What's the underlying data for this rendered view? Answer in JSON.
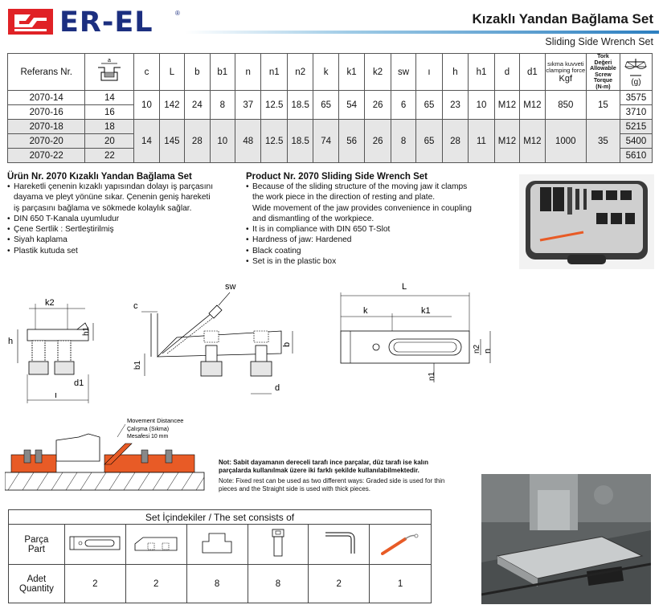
{
  "brand": {
    "name": "ER-EL",
    "reg": "®"
  },
  "title_tr": "Kızaklı Yandan Bağlama Set",
  "title_en": "Sliding Side Wrench Set",
  "spec": {
    "col_ref": "Referans Nr.",
    "col_a_icon": "a",
    "cols": [
      "c",
      "L",
      "b",
      "b1",
      "n",
      "n1",
      "n2",
      "k",
      "k1",
      "k2",
      "sw",
      "ı",
      "h",
      "h1",
      "d",
      "d1"
    ],
    "clamping_force": [
      "sıkma kuvveti",
      "clamping force",
      "Kgf"
    ],
    "torque": [
      "Tork",
      "Değeri",
      "Allowable",
      "Screw",
      "Torque",
      "(N-m)"
    ],
    "weight_unit": "(g)",
    "rows": [
      {
        "ref": "2070-14",
        "a": "14",
        "g": "3575"
      },
      {
        "ref": "2070-16",
        "a": "16",
        "g": "3710"
      },
      {
        "ref": "2070-18",
        "a": "18",
        "g": "5215"
      },
      {
        "ref": "2070-20",
        "a": "20",
        "g": "5400"
      },
      {
        "ref": "2070-22",
        "a": "22",
        "g": "5610"
      }
    ],
    "group1": [
      "10",
      "142",
      "24",
      "8",
      "37",
      "12.5",
      "18.5",
      "65",
      "54",
      "26",
      "6",
      "65",
      "23",
      "10",
      "M12",
      "M12",
      "850",
      "15"
    ],
    "group2": [
      "14",
      "145",
      "28",
      "10",
      "48",
      "12.5",
      "18.5",
      "74",
      "56",
      "26",
      "8",
      "65",
      "28",
      "11",
      "M12",
      "M12",
      "1000",
      "35"
    ]
  },
  "tr": {
    "title": "Ürün Nr. 2070 Kızaklı Yandan Bağlama Set",
    "items": [
      "Hareketli çenenin kızaklı yapısından dolayı iş parçasını",
      "dayama ve pleyt yönüne sıkar. Çenenin geniş hareketi",
      "iş parçasını bağlama ve sökmede kolaylık sağlar.",
      "DIN 650  T-Kanala uyumludur",
      "Çene Sertlik : Sertleştirilmiş",
      "Siyah kaplama",
      "Plastik kutuda set"
    ]
  },
  "en": {
    "title": "Product Nr. 2070 Sliding Side Wrench Set",
    "items": [
      "Because of the sliding structure of the moving jaw it clamps",
      "the work piece in the direction of resting and plate.",
      "Wide movement of the jaw provides convenience in coupling",
      "and dismantling of the workpiece.",
      "It is in compliance with DIN 650 T-Slot",
      "Hardness of jaw: Hardened",
      "Black coating",
      "Set is in the plastic box"
    ]
  },
  "dims": {
    "k2": "k2",
    "h": "h",
    "h1": "h1",
    "d1": "d1",
    "l": "ı",
    "c": "c",
    "sw": "sw",
    "b": "b",
    "b1": "b1",
    "d": "d",
    "L": "L",
    "k": "k",
    "k1": "k1",
    "n": "n",
    "n1": "n1",
    "n2": "n2"
  },
  "movement": {
    "en": "Movement Distancee",
    "tr1": "Çalışma (Sıkma)",
    "tr2": "Mesafesi 10 mm"
  },
  "notes": {
    "tr1": "Not: Sabit dayamanın dereceli tarafı ince parçalar, düz tarafı ise kalın",
    "tr2": "parçalarda kullanılmak üzere iki farklı şekilde kullanılabilmektedir.",
    "en1": "Note: Fixed rest can be used as two different ways: Graded side is used for thin",
    "en2": "pieces and the Straight side is used with thick pieces."
  },
  "set": {
    "header": "Set İçindekiler / The set consists of",
    "part_label": [
      "Parça",
      "Part"
    ],
    "qty_label": [
      "Adet",
      "Quantity"
    ],
    "quantities": [
      "2",
      "2",
      "8",
      "8",
      "2",
      "1"
    ]
  },
  "colors": {
    "brand_red": "#e02226",
    "brand_blue": "#1c2f80",
    "orange": "#e85b26"
  }
}
